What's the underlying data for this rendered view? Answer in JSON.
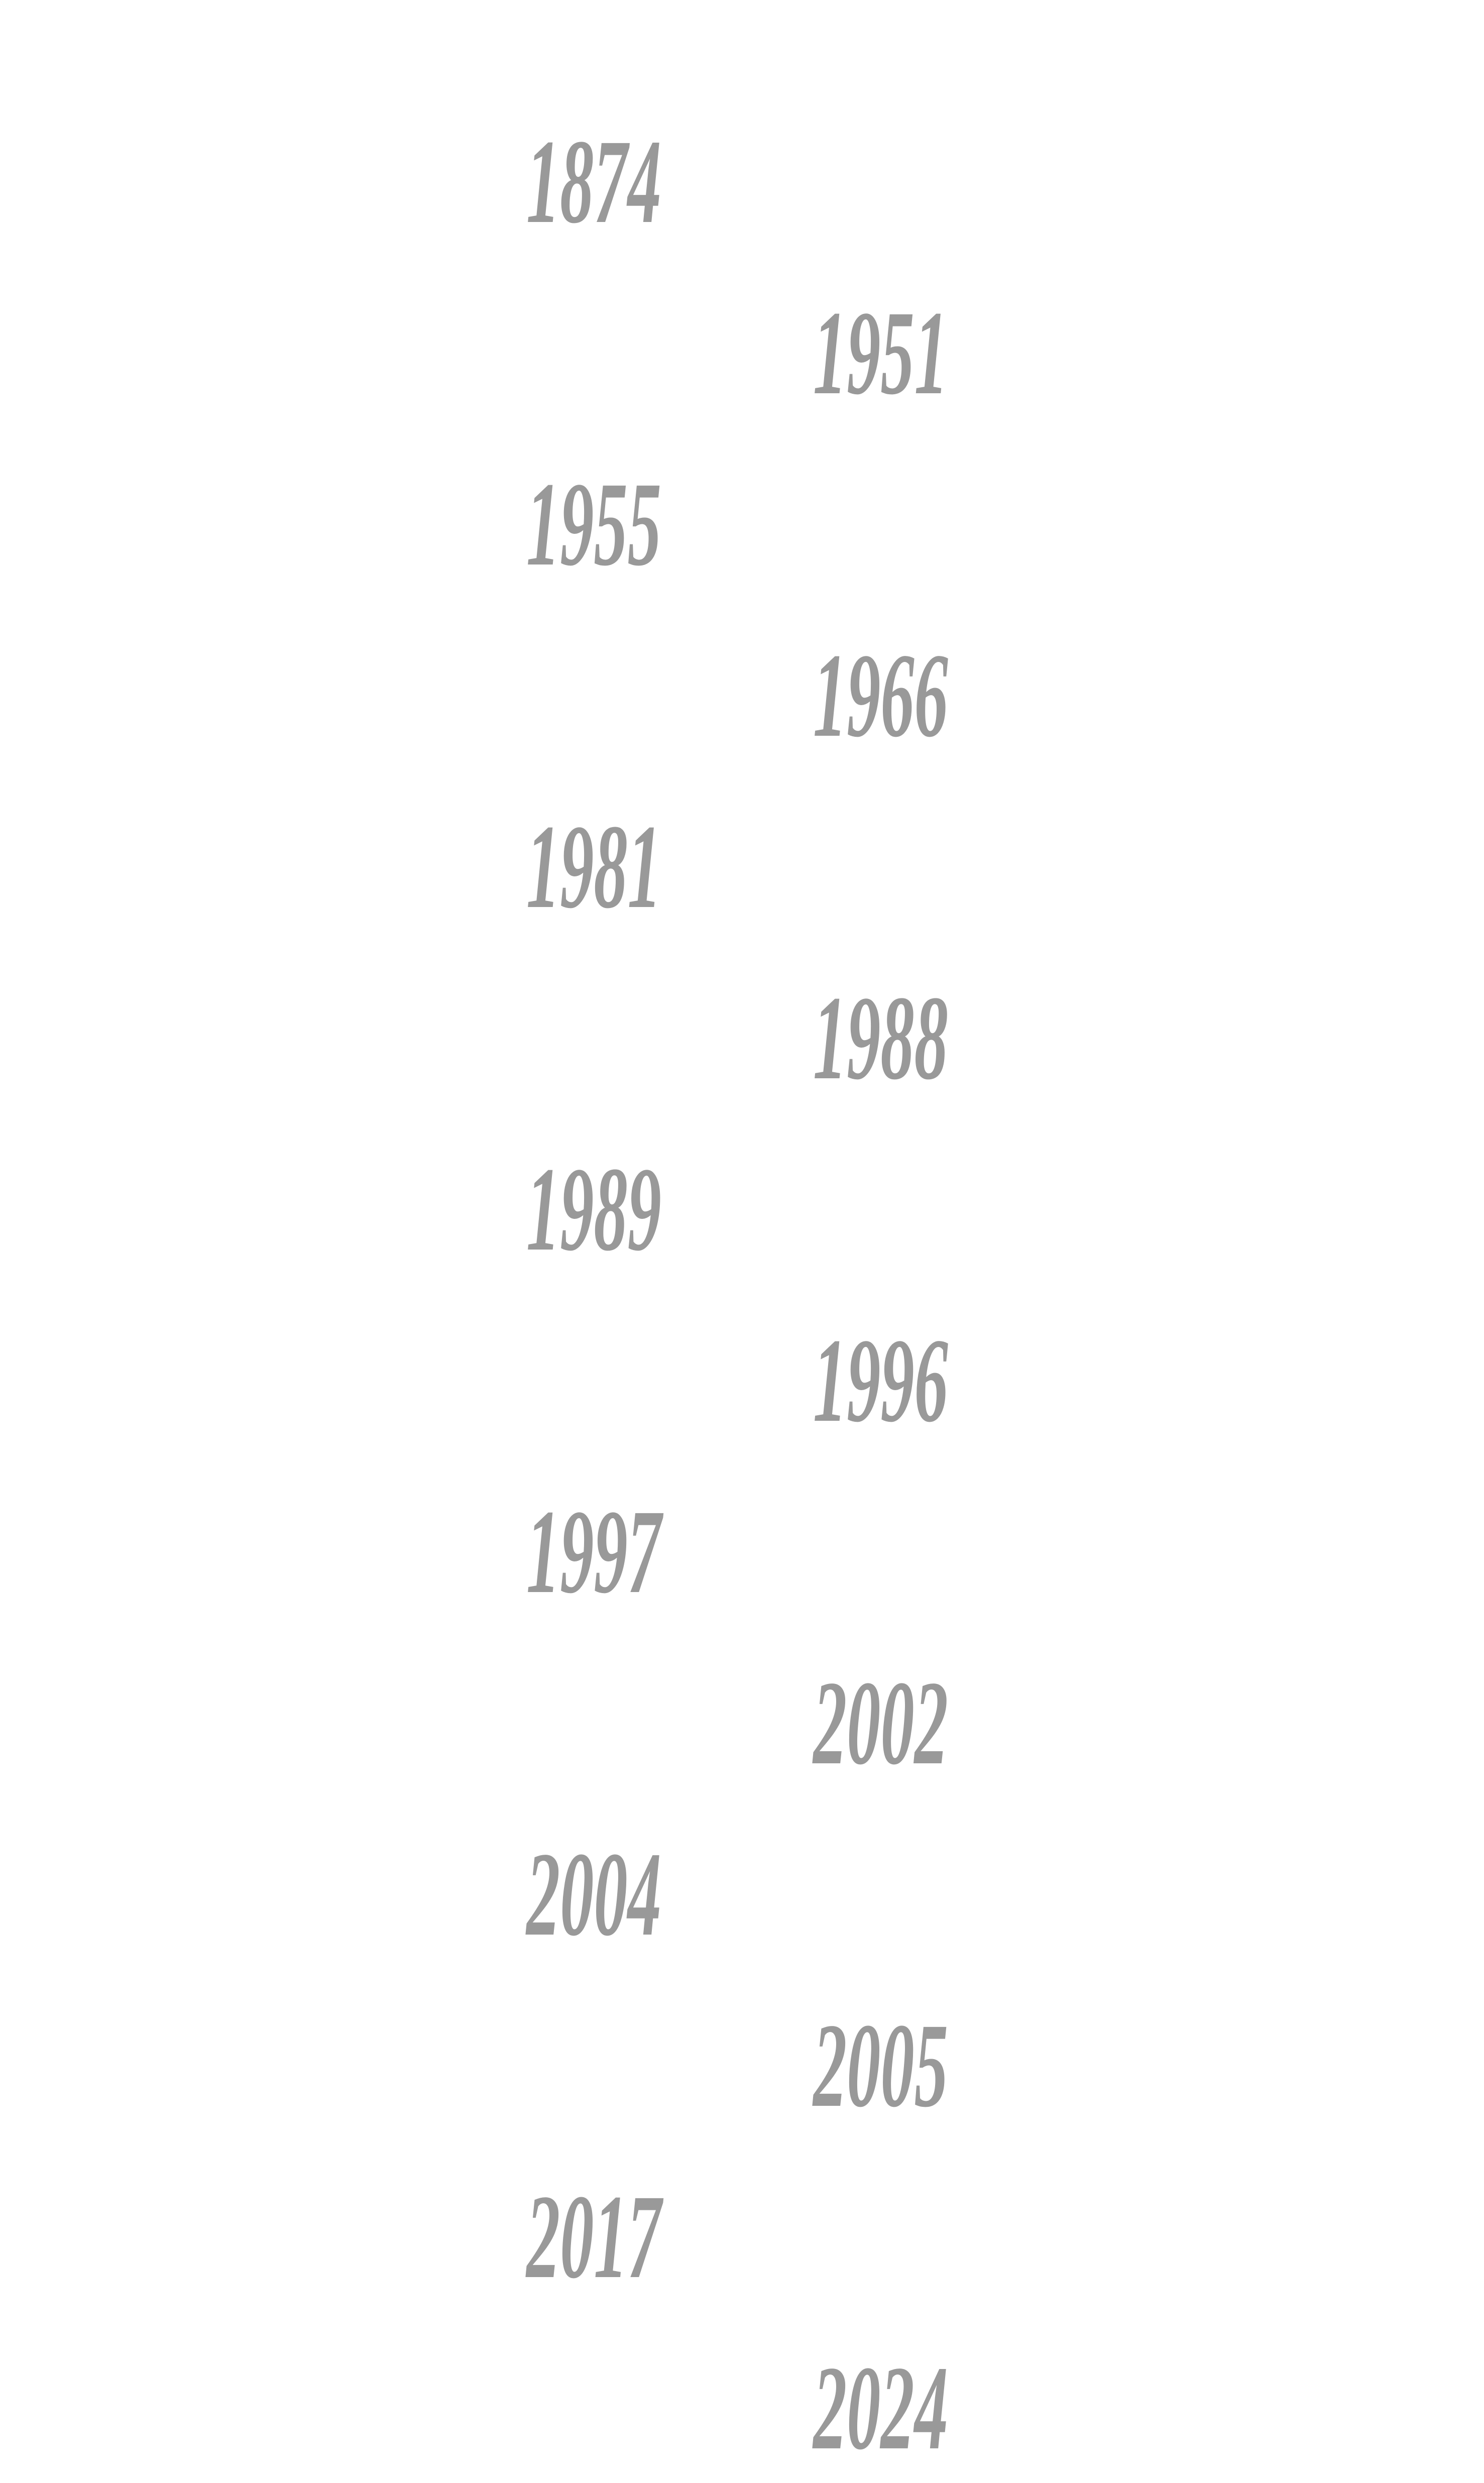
{
  "text_color": "#999999",
  "years": [
    "1874",
    "1951",
    "1955",
    "1966",
    "1981",
    "1988",
    "1989",
    "1996",
    "1997",
    "2002",
    "2004",
    "2005",
    "2017",
    "2024"
  ]
}
